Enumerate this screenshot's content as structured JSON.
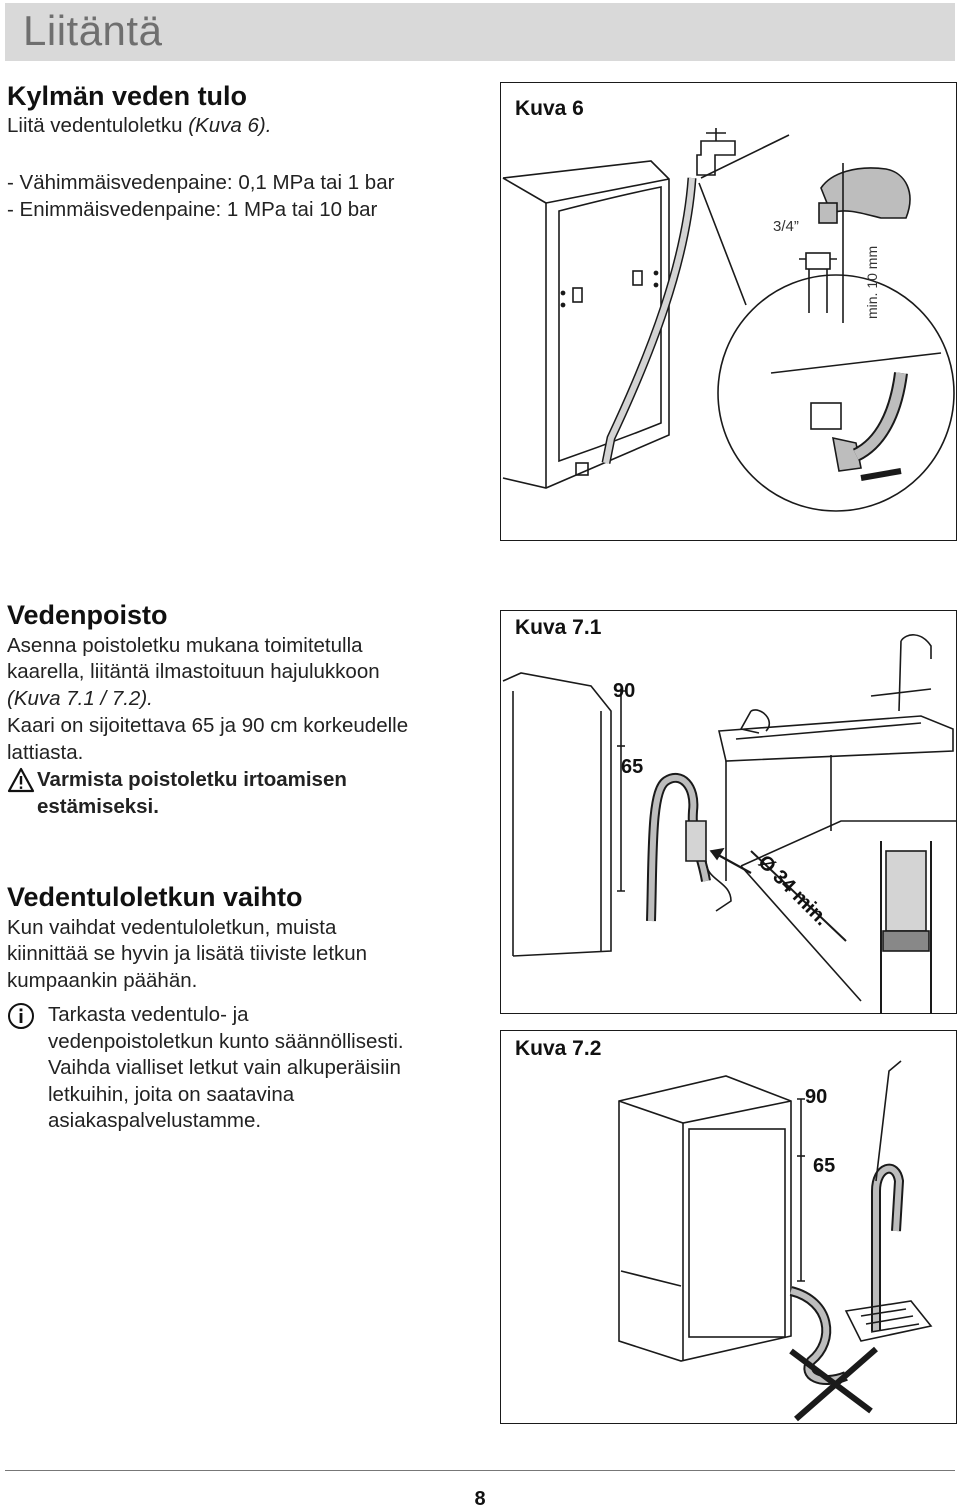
{
  "page": {
    "title": "Liitäntä",
    "page_number": "8"
  },
  "cold_water": {
    "heading": "Kylmän veden tulo",
    "intro_prefix": "Liitä vedentuloletku ",
    "intro_ref": "(Kuva 6).",
    "bullets": [
      "- Vähimmäisvedenpaine: 0,1 MPa tai 1 bar",
      "- Enimmäisvedenpaine: 1 MPa tai 10 bar"
    ]
  },
  "drain": {
    "heading": "Vedenpoisto",
    "lines": [
      "Asenna poistoletku mukana toimitetulla",
      "kaarella, liitäntä ilmastoituun hajulukkoon"
    ],
    "ref": "(Kuva 7.1 / 7.2).",
    "lines2": [
      "Kaari on sijoitettava 65 ja 90 cm korkeudelle",
      "lattiasta."
    ],
    "warning_lines": [
      "Varmista poistoletku irtoamisen",
      "estämiseksi."
    ]
  },
  "hose_change": {
    "heading": "Vedentuloletkun vaihto",
    "lines": [
      "Kun vaihdat vedentuloletkun, muista",
      "kiinnittää se hyvin ja lisätä tiiviste letkun",
      "kumpaankin päähän."
    ],
    "info_lines": [
      "Tarkasta vedentulo- ja",
      "vedenpoistoletkun kunto säännöllisesti.",
      "Vaihda vialliset letkut vain alkuperäisiin",
      "letkuihin, joita on saatavina",
      "asiakaspalvelustamme."
    ]
  },
  "figures": {
    "fig6": {
      "label": "Kuva 6",
      "thread": "3/4”",
      "min_gap": "min. 10 mm"
    },
    "fig71": {
      "label": "Kuva 7.1",
      "h90": "90",
      "h65": "65",
      "diameter": "Ø 34 min."
    },
    "fig72": {
      "label": "Kuva 7.2",
      "h90": "90",
      "h65": "65"
    }
  },
  "colors": {
    "title_bar": "#d9d9d9",
    "title_text": "#6f6f6f",
    "line_art": "#1a1a1a",
    "hose_fill": "#bdbdbd"
  }
}
